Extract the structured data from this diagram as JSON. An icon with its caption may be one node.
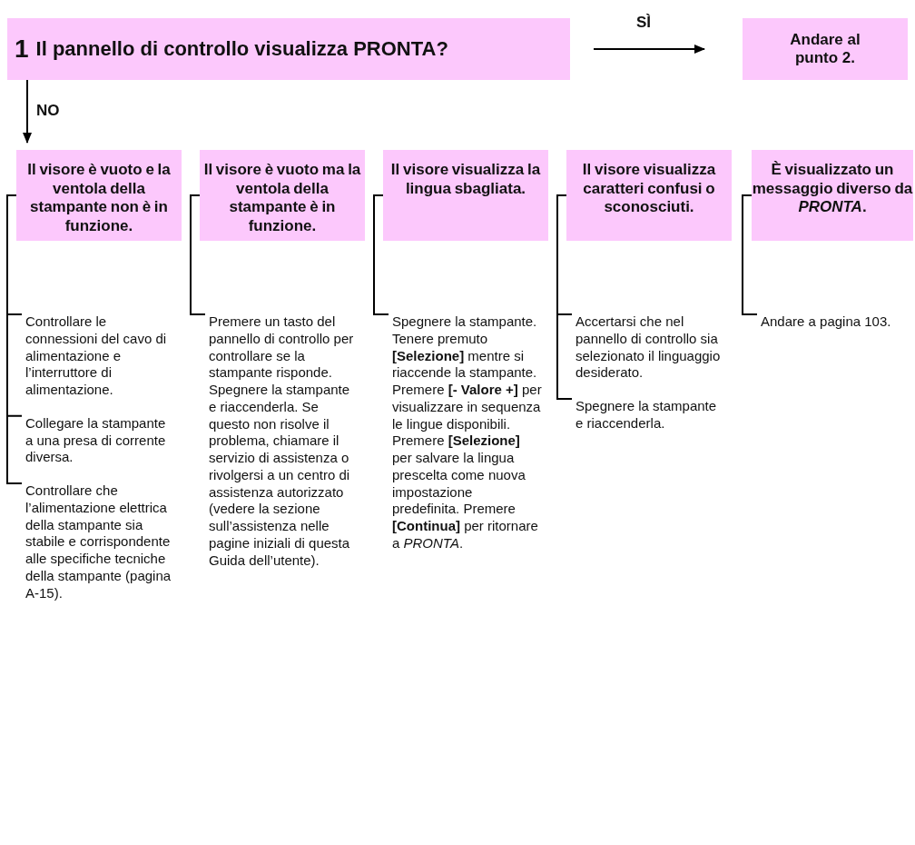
{
  "diagram": {
    "nodes": [
      {
        "text": [
          "1",
          "Il pannello di controllo visualizza PRONTA?"
        ]
      },
      {
        "text": [
          "Andare al punto 2."
        ]
      },
      {
        "text": [
          "Il visore è vuoto e la ventola della stampante non è in funzione."
        ]
      },
      {
        "text": [
          "Il visore è vuoto ma la ventola della stampante è in funzione."
        ]
      },
      {
        "text": [
          "Il visore visualizza la lingua sbagliata."
        ]
      },
      {
        "text": [
          "Il visore visualizza caratteri confusi o sconosciuti."
        ]
      },
      {
        "text": [
          "È visualizzato un messaggio diverso da *PRONTA*."
        ]
      },
      {
        "text": [
          "Controllare le connessioni del cavo di alimentazione e l’interruttore di alimentazione."
        ]
      },
      {
        "text": [
          "Collegare la stampante a una presa di corrente diversa."
        ]
      },
      {
        "text": [
          "Controllare che l’alimentazione elettrica della stampante sia stabile e corrispondente alle specifiche tecniche della stampante (pagina A-15)."
        ]
      },
      {
        "text": [
          "Premere un tasto del pannello di controllo per controllare se la stampante risponde. Spegnere la stampante e riaccenderla. Se questo non risolve il problema, chiamare il servizio di assistenza o rivolgersi a un centro di assistenza autorizzato (vedere la sezione sull’assistenza nelle pagine iniziali di questa Guida dell’utente)."
        ]
      },
      {
        "text": [
          "Spegnere la stampante. Tenere premuto **[Selezione]** mentre si riaccende la stampante. Premere **[- Valore +]** per visualizzare in sequenza le lingue disponibili. Premere **[Selezione]** per salvare la lingua prescelta come nuova impostazione predefinita. Premere **[Continua]** per ritornare a *PRONTA*."
        ]
      },
      {
        "text": [
          "Accertarsi che nel pannello di controllo sia selezionato il linguaggio desiderato."
        ]
      },
      {
        "text": [
          "Spegnere la stampante e riaccenderla."
        ]
      },
      {
        "text": [
          "Andare a pagina 103."
        ]
      }
    ],
    "edges": [
      {
        "from": 0,
        "to": 1,
        "arrow": "to",
        "label": "SÌ"
      },
      {
        "from": 0,
        "to": 2,
        "arrow": "to",
        "label": "NO"
      },
      {
        "from": 2,
        "to": 7,
        "arrow": "none"
      },
      {
        "from": 2,
        "to": 8,
        "arrow": "none"
      },
      {
        "from": 2,
        "to": 9,
        "arrow": "none"
      },
      {
        "from": 3,
        "to": 10,
        "arrow": "none"
      },
      {
        "from": 4,
        "to": 11,
        "arrow": "none"
      },
      {
        "from": 5,
        "to": 12,
        "arrow": "none"
      },
      {
        "from": 5,
        "to": 13,
        "arrow": "none"
      },
      {
        "from": 6,
        "to": 14,
        "arrow": "none"
      }
    ]
  }
}
